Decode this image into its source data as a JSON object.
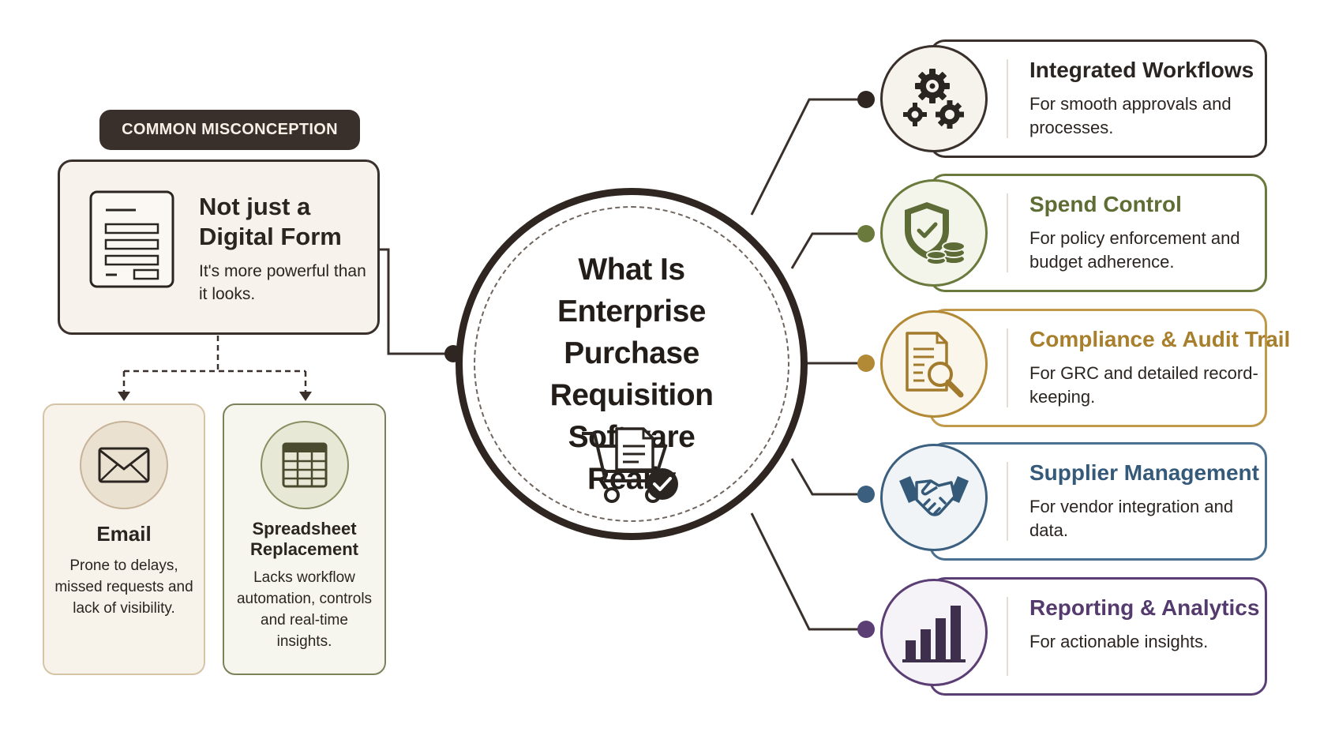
{
  "center": {
    "title_lines": [
      "What Is",
      "Enterprise Purchase",
      "Requisition Software",
      "Really"
    ],
    "icon": "shopping-cart-document-check-icon"
  },
  "misconception": {
    "tag": "COMMON MISCONCEPTION",
    "title": "Not just a Digital Form",
    "description": "It's more powerful than it looks.",
    "icon": "form-document-icon"
  },
  "alternatives": [
    {
      "title": "Email",
      "description": "Prone to delays, missed requests and lack of visibility.",
      "icon": "envelope-icon"
    },
    {
      "title": "Spreadsheet Replacement",
      "description": "Lacks workflow automation, controls and real-time insights.",
      "icon": "spreadsheet-icon"
    }
  ],
  "features": [
    {
      "title": "Integrated Workflows",
      "description": "For smooth approvals and processes.",
      "icon": "gears-icon",
      "color": "#3a302b"
    },
    {
      "title": "Spend Control",
      "description": "For policy enforcement and budget adherence.",
      "icon": "shield-coins-icon",
      "color": "#6a7a3c"
    },
    {
      "title": "Compliance & Audit Trail",
      "description": "For GRC and detailed record-keeping.",
      "icon": "document-magnifier-icon",
      "color": "#b28935"
    },
    {
      "title": "Supplier Management",
      "description": "For vendor integration and data.",
      "icon": "handshake-icon",
      "color": "#3b5f7e"
    },
    {
      "title": "Reporting & Analytics",
      "description": "For actionable insights.",
      "icon": "bar-chart-icon",
      "color": "#5b3e73"
    }
  ]
}
